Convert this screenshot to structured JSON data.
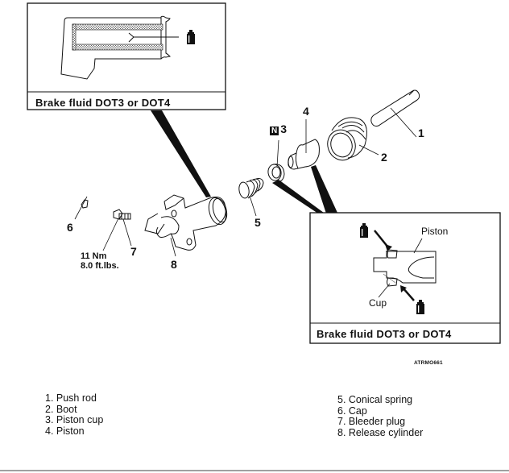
{
  "diagram": {
    "title": "Release cylinder exploded view",
    "reference_code": "ATRMO661",
    "callouts": [
      {
        "id": "callout-top-left",
        "caption": "Brake fluid DOT3 or DOT4"
      },
      {
        "id": "callout-right",
        "caption": "Brake fluid DOT3 or DOT4",
        "labels": {
          "piston": "Piston",
          "cup": "Cup"
        }
      }
    ],
    "part_numbers": {
      "p1": "1",
      "p2": "2",
      "p3": "3",
      "p4": "4",
      "p5": "5",
      "p6": "6",
      "p7": "7",
      "p8": "8"
    },
    "new_part_badge": "N",
    "torque": {
      "metric": "11 Nm",
      "imperial": "8.0 ft.lbs."
    },
    "icons": {
      "fluid": "brake-fluid-bottle-icon",
      "new_part": "new-part-badge-icon"
    }
  },
  "legend": {
    "left": [
      "1. Push rod",
      "2. Boot",
      "3. Piston cup",
      "4. Piston"
    ],
    "right": [
      "5. Conical spring",
      "6. Cap",
      "7. Bleeder plug",
      "8. Release cylinder"
    ]
  }
}
